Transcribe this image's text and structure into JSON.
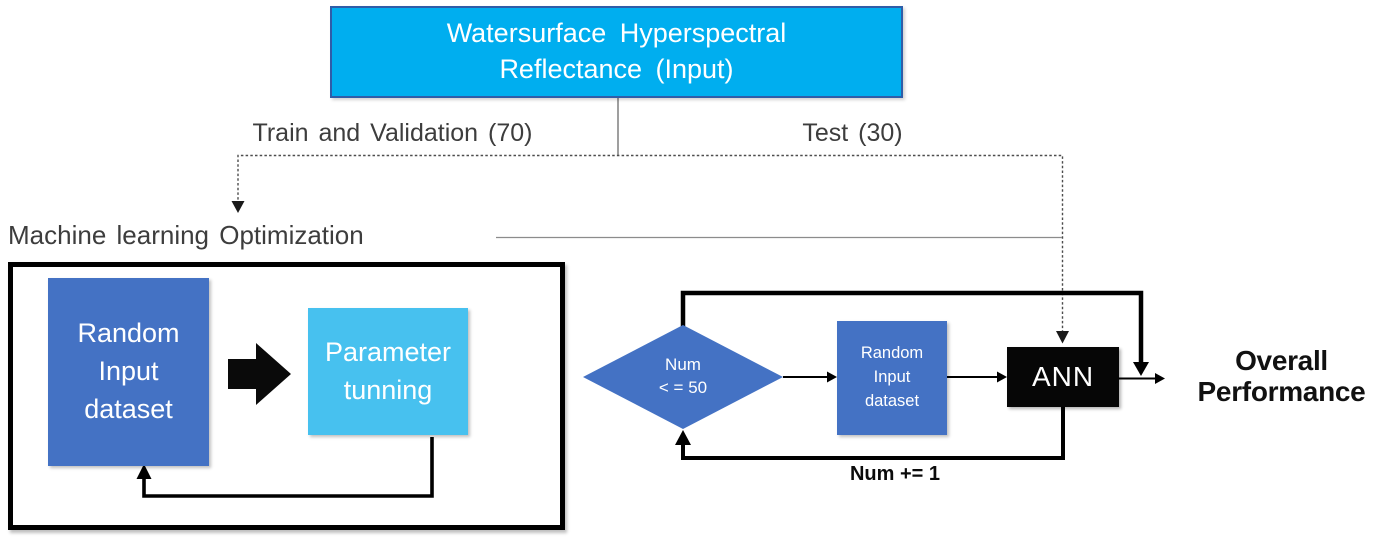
{
  "colors": {
    "input_cyan": "#00AEEF",
    "input_border": "#2F5DA8",
    "primary_blue": "#4472C4",
    "light_blue": "#47C1EF",
    "line_black": "#000000",
    "connector_gray": "#8c8c8c"
  },
  "title_box": {
    "label": "Watersurface Hyperspectral\nReflectance (Input)"
  },
  "branches": {
    "train_label": "Train and Validation (70)",
    "test_label": "Test (30)"
  },
  "optimization": {
    "section_label": "Machine learning Optimization",
    "random_input_label": "Random\nInput\ndataset",
    "parameter_tuning_label": "Parameter\ntunning"
  },
  "test_loop": {
    "condition_label": "Num\n< = 50",
    "random_input_label": "Random\nInput\ndataset",
    "ann_label": "ANN",
    "increment_label": "Num += 1"
  },
  "output": {
    "label": "Overall\nPerformance"
  }
}
